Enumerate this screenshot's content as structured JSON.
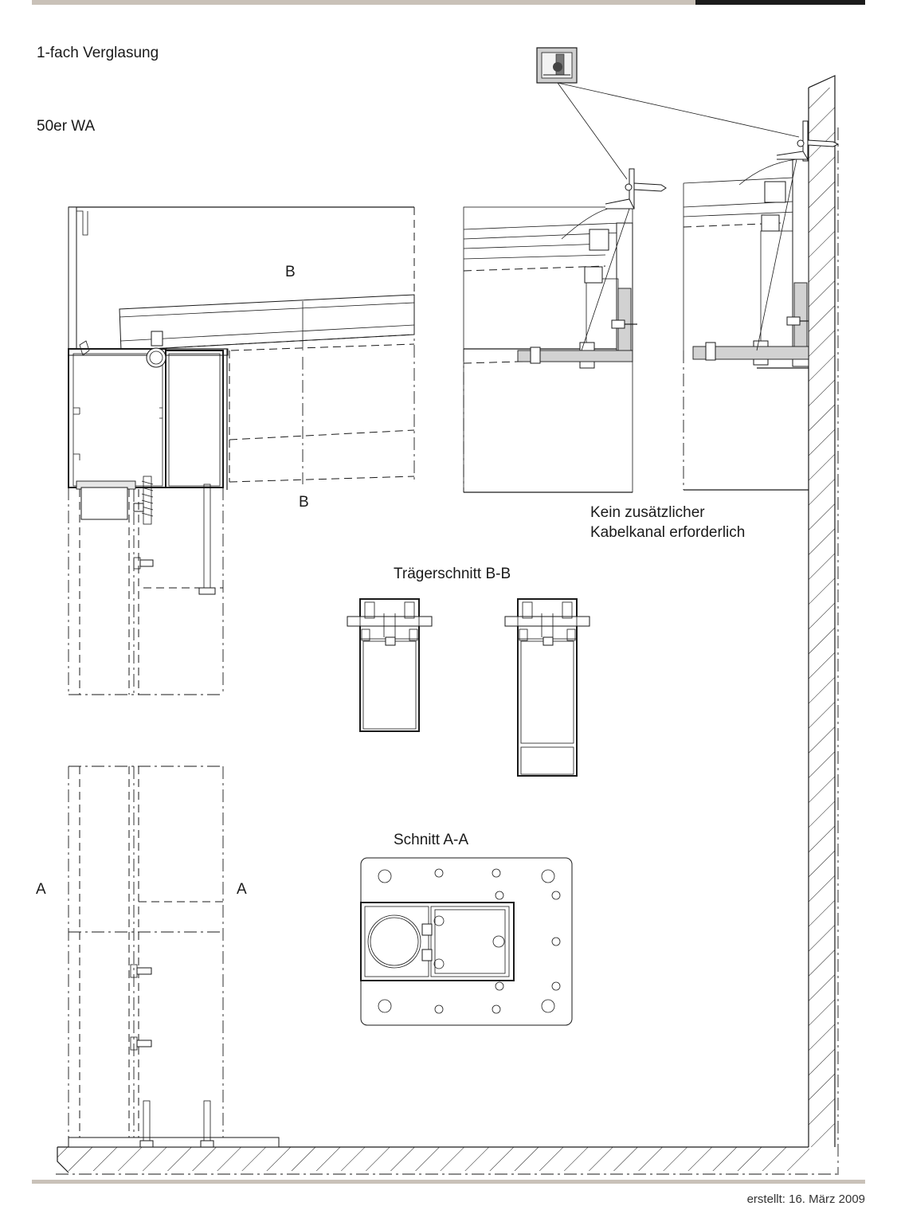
{
  "labels": {
    "glazing": "1-fach Verglasung",
    "profile": "50er WA",
    "section_b_top": "B",
    "section_b_bottom": "B",
    "note_line1": "Kein zusätzlicher",
    "note_line2": "Kabelkanal erforderlich",
    "beam_section": "Trägerschnitt B-B",
    "section_a": "Schnitt A-A",
    "section_a_left": "A",
    "section_a_right": "A"
  },
  "footer": "erstellt: 16. März 2009",
  "colors": {
    "bar_light": "#c9c1b8",
    "bar_dark": "#1c1c1c",
    "line": "#1a1a1a",
    "fill_grey": "#d2d2d2"
  }
}
